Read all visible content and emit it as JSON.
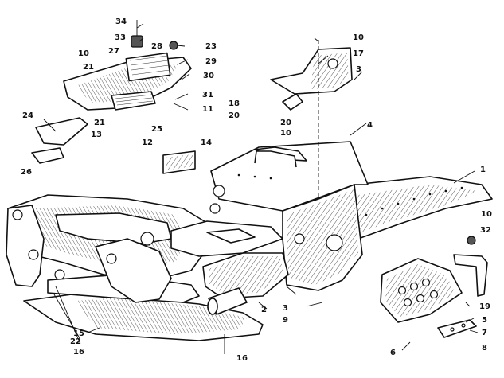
{
  "callouts": [
    {
      "id": "c1",
      "label": "1"
    },
    {
      "id": "c2",
      "label": "2"
    },
    {
      "id": "c3a",
      "label": "3"
    },
    {
      "id": "c3b",
      "label": "3"
    },
    {
      "id": "c4",
      "label": "4"
    },
    {
      "id": "c5",
      "label": "5"
    },
    {
      "id": "c6",
      "label": "6"
    },
    {
      "id": "c7",
      "label": "7"
    },
    {
      "id": "c8",
      "label": "8"
    },
    {
      "id": "c9",
      "label": "9"
    },
    {
      "id": "c10a",
      "label": "10"
    },
    {
      "id": "c10b",
      "label": "10"
    },
    {
      "id": "c10c",
      "label": "10"
    },
    {
      "id": "c10d",
      "label": "10"
    },
    {
      "id": "c11",
      "label": "11"
    },
    {
      "id": "c12",
      "label": "12"
    },
    {
      "id": "c13",
      "label": "13"
    },
    {
      "id": "c14",
      "label": "14"
    },
    {
      "id": "c15",
      "label": "15"
    },
    {
      "id": "c16a",
      "label": "16"
    },
    {
      "id": "c16b",
      "label": "16"
    },
    {
      "id": "c17",
      "label": "17"
    },
    {
      "id": "c18",
      "label": "18"
    },
    {
      "id": "c19",
      "label": "19"
    },
    {
      "id": "c20a",
      "label": "20"
    },
    {
      "id": "c20b",
      "label": "20"
    },
    {
      "id": "c21a",
      "label": "21"
    },
    {
      "id": "c21b",
      "label": "21"
    },
    {
      "id": "c22",
      "label": "22"
    },
    {
      "id": "c23",
      "label": "23"
    },
    {
      "id": "c24",
      "label": "24"
    },
    {
      "id": "c25",
      "label": "25"
    },
    {
      "id": "c26",
      "label": "26"
    },
    {
      "id": "c27",
      "label": "27"
    },
    {
      "id": "c28",
      "label": "28"
    },
    {
      "id": "c29",
      "label": "29"
    },
    {
      "id": "c30",
      "label": "30"
    },
    {
      "id": "c31",
      "label": "31"
    },
    {
      "id": "c32",
      "label": "32"
    },
    {
      "id": "c33",
      "label": "33"
    },
    {
      "id": "c34",
      "label": "34"
    }
  ]
}
